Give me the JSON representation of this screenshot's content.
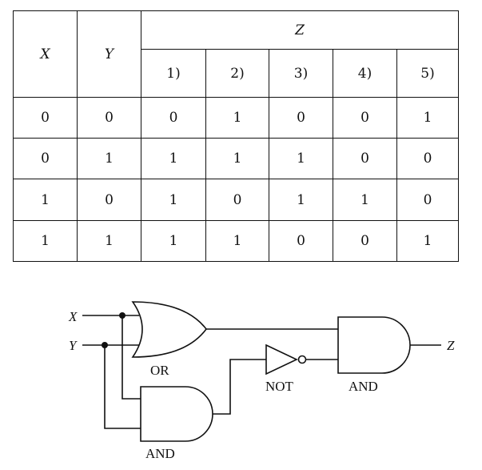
{
  "table": {
    "col_x": "X",
    "col_y": "Y",
    "col_z": "Z",
    "options": [
      "1)",
      "2)",
      "3)",
      "4)",
      "5)"
    ],
    "rows": [
      [
        "0",
        "0",
        "0",
        "1",
        "0",
        "0",
        "1"
      ],
      [
        "0",
        "1",
        "1",
        "1",
        "1",
        "0",
        "0"
      ],
      [
        "1",
        "0",
        "1",
        "0",
        "1",
        "1",
        "0"
      ],
      [
        "1",
        "1",
        "1",
        "1",
        "0",
        "0",
        "1"
      ]
    ]
  },
  "circuit": {
    "input_x": "X",
    "input_y": "Y",
    "output_z": "Z",
    "or_label": "OR",
    "and1_label": "AND",
    "not_label": "NOT",
    "and2_label": "AND"
  }
}
